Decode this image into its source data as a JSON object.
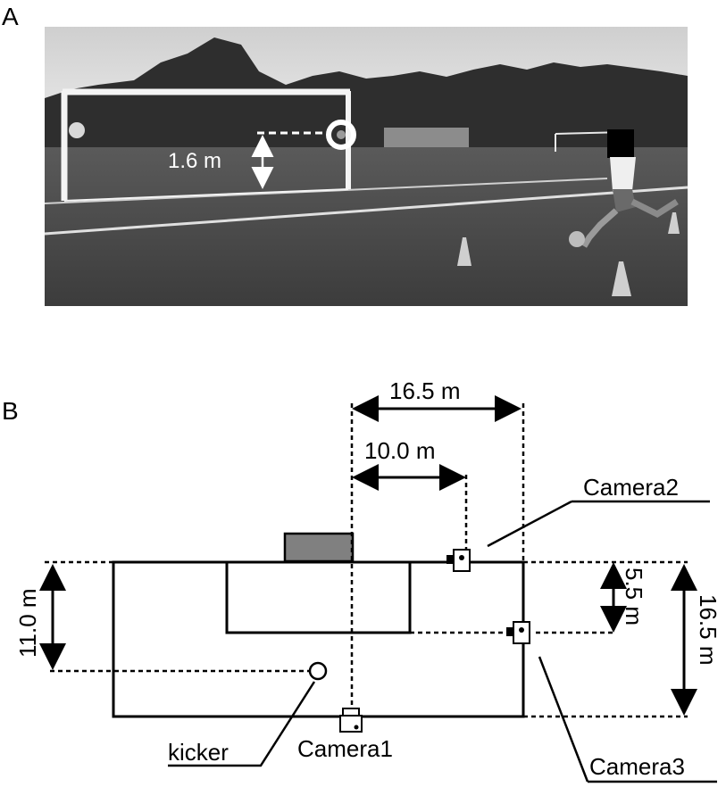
{
  "panel_a": {
    "label": "A",
    "height_label": "1.6 m"
  },
  "panel_b": {
    "label": "B",
    "dim_top_outer": "16.5 m",
    "dim_top_inner": "10.0 m",
    "dim_left": "11.0 m",
    "dim_right_inner": "5.5 m",
    "dim_right_outer": "16.5 m",
    "camera1": "Camera1",
    "camera2": "Camera2",
    "camera3": "Camera3",
    "kicker": "kicker"
  },
  "colors": {
    "line": "#000000",
    "goal_fill": "#808080",
    "photo_sky": "#d9d9d9",
    "photo_grass": "#4a4a4a"
  },
  "icons": [
    "camera-icon",
    "kicker-marker-icon",
    "target-ring-icon",
    "double-arrow-icon"
  ]
}
